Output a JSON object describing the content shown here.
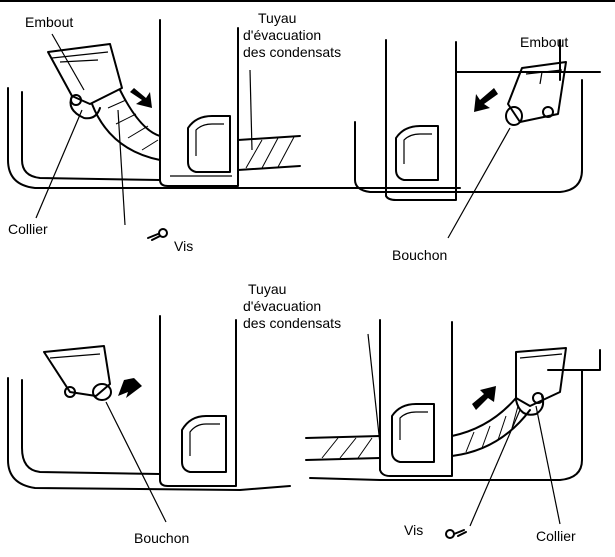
{
  "labels": {
    "tl_embout": "Embout",
    "tl_tuyau": [
      "Tuyau",
      "d'évacuation",
      "des condensats"
    ],
    "tl_collier": "Collier",
    "tl_vis": "Vis",
    "tr_embout": "Embout",
    "tr_bouchon": "Bouchon",
    "bl_tuyau": [
      "Tuyau",
      "d'évacuation",
      "des condensats"
    ],
    "bl_bouchon": "Bouchon",
    "br_vis": "Vis",
    "br_collier": "Collier"
  }
}
